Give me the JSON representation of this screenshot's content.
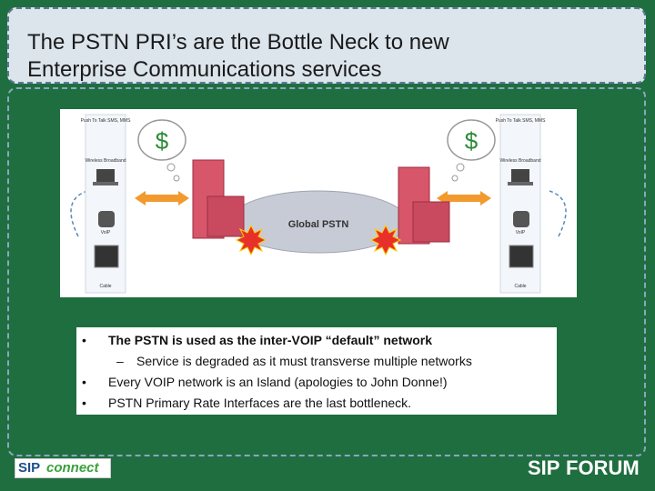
{
  "slide": {
    "title_line1": "The  PSTN PRI’s are the Bottle Neck to new",
    "title_line2": "Enterprise Communications services"
  },
  "diagram": {
    "left_cloud_symbol": "$",
    "right_cloud_symbol": "$",
    "left_devices": [
      "Push To Talk SMS, MMS",
      "Wireless Broadband",
      "VoIP",
      "Cable"
    ],
    "right_devices": [
      "Push To Talk SMS, MMS",
      "Wireless Broadband",
      "VoIP",
      "Cable"
    ],
    "center_label": "Global PSTN",
    "burst_color": "#e8302a",
    "building_color": "#d8566a"
  },
  "bullets": [
    {
      "marker": "•",
      "text": "The PSTN is used as the inter-VOIP “default” network",
      "bold": true
    },
    {
      "marker": "–",
      "text": "Service is degraded as it must transverse multiple networks",
      "sub": true
    },
    {
      "marker": "•",
      "text": "Every VOIP network is an Island (apologies to John Donne!)"
    },
    {
      "marker": "•",
      "text": "PSTN Primary Rate Interfaces are the last bottleneck."
    }
  ],
  "logos": {
    "left": {
      "part1": "SIP",
      "part2": "connect"
    },
    "right": {
      "part1": "SIP",
      "part2": "FORUM"
    }
  }
}
